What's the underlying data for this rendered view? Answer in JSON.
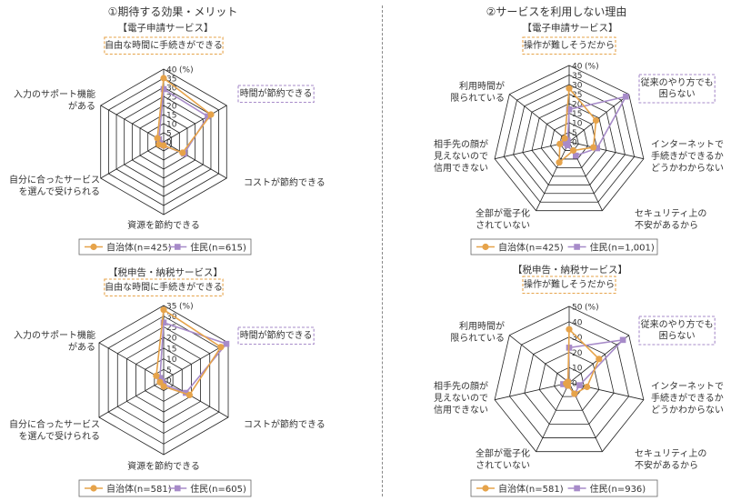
{
  "colors": {
    "municipality": "#e6a34a",
    "resident": "#a78bc9",
    "grid": "#222222",
    "text": "#333333"
  },
  "sections": [
    {
      "title": "①期待する効果・メリット"
    },
    {
      "title": "②サービスを利用しない理由"
    }
  ],
  "chart_data": [
    {
      "type": "radar",
      "subtitle": "【電子申請サービス】",
      "unit": "(%)",
      "scale_max": 40,
      "tick_step": 5,
      "tick_labels": [
        "0",
        "5",
        "10",
        "15",
        "20",
        "25",
        "30",
        "35",
        "40"
      ],
      "axes": [
        {
          "label": "自由な時間に手続きができる",
          "highlight": "municipality"
        },
        {
          "label": "時間が節約できる",
          "highlight": "resident"
        },
        {
          "label": "コストが節約できる"
        },
        {
          "label": "資源を節約できる"
        },
        {
          "label": "自分に合ったサービス\nを選んで受けられる"
        },
        {
          "label": "入力のサポート機能\nがある"
        }
      ],
      "series": [
        {
          "name": "自治体(n=425)",
          "key": "municipality",
          "values": [
            35,
            30,
            12,
            2,
            3,
            4
          ]
        },
        {
          "name": "住民(n=615)",
          "key": "resident",
          "values": [
            29,
            28,
            13,
            2,
            2,
            3
          ]
        }
      ]
    },
    {
      "type": "radar",
      "subtitle": "【税申告・納税サービス】",
      "unit": "(%)",
      "scale_max": 35,
      "tick_step": 5,
      "tick_labels": [
        "0",
        "5",
        "10",
        "15",
        "20",
        "25",
        "30",
        "35"
      ],
      "axes": [
        {
          "label": "自由な時間に手続きができる",
          "highlight": "municipality"
        },
        {
          "label": "時間が節約できる",
          "highlight": "resident"
        },
        {
          "label": "コストが節約できる"
        },
        {
          "label": "資源を節約できる"
        },
        {
          "label": "自分に合ったサービス\nを選んで受けられる"
        },
        {
          "label": "入力のサポート機能\nがある"
        }
      ],
      "series": [
        {
          "name": "自治体(n=581)",
          "key": "municipality",
          "values": [
            33,
            31,
            14,
            3,
            2,
            4
          ]
        },
        {
          "name": "住民(n=605)",
          "key": "resident",
          "values": [
            27,
            34,
            12,
            2,
            1,
            2
          ]
        }
      ]
    },
    {
      "type": "radar",
      "subtitle": "【電子申請サービス】",
      "unit": "(%)",
      "scale_max": 40,
      "tick_step": 5,
      "tick_labels": [
        "0",
        "5",
        "10",
        "15",
        "20",
        "25",
        "30",
        "35",
        "40"
      ],
      "axes": [
        {
          "label": "操作が難しそうだから",
          "highlight": "municipality"
        },
        {
          "label": "従来のやり方でも\n困らない",
          "highlight": "resident"
        },
        {
          "label": "インターネットで\n手続きができるか\nどうかわからない"
        },
        {
          "label": "セキュリティ上の\n不安があるから"
        },
        {
          "label": "全部が電子化\nされていない"
        },
        {
          "label": "相手先の顔が\n見えないので\n信用できない"
        },
        {
          "label": "利用時間が\n限られている"
        }
      ],
      "series": [
        {
          "name": "自治体(n=425)",
          "key": "municipality",
          "values": [
            28,
            18,
            13,
            5,
            12,
            5,
            3
          ]
        },
        {
          "name": "住民(n=1,001)",
          "key": "resident",
          "values": [
            17,
            38,
            15,
            8,
            2,
            3,
            1
          ]
        }
      ]
    },
    {
      "type": "radar",
      "subtitle": "【税申告・納税サービス】",
      "unit": "(%)",
      "scale_max": 50,
      "tick_step": 10,
      "tick_labels": [
        "0",
        "10",
        "20",
        "30",
        "40",
        "50"
      ],
      "axes": [
        {
          "label": "操作が難しそうだから",
          "highlight": "municipality"
        },
        {
          "label": "従来のやり方でも\n困らない",
          "highlight": "resident"
        },
        {
          "label": "インターネットで\n手続きができるか\nどうかわからない"
        },
        {
          "label": "セキュリティ上の\n不安があるから"
        },
        {
          "label": "全部が電子化\nされていない"
        },
        {
          "label": "相手先の顔が\n見えないので\n信用できない"
        },
        {
          "label": "利用時間が\n限られている"
        }
      ],
      "series": [
        {
          "name": "自治体(n=581)",
          "key": "municipality",
          "values": [
            35,
            25,
            12,
            8,
            2,
            2,
            1
          ]
        },
        {
          "name": "住民(n=936)",
          "key": "resident",
          "values": [
            23,
            45,
            7,
            8,
            2,
            4,
            1
          ]
        }
      ]
    }
  ]
}
